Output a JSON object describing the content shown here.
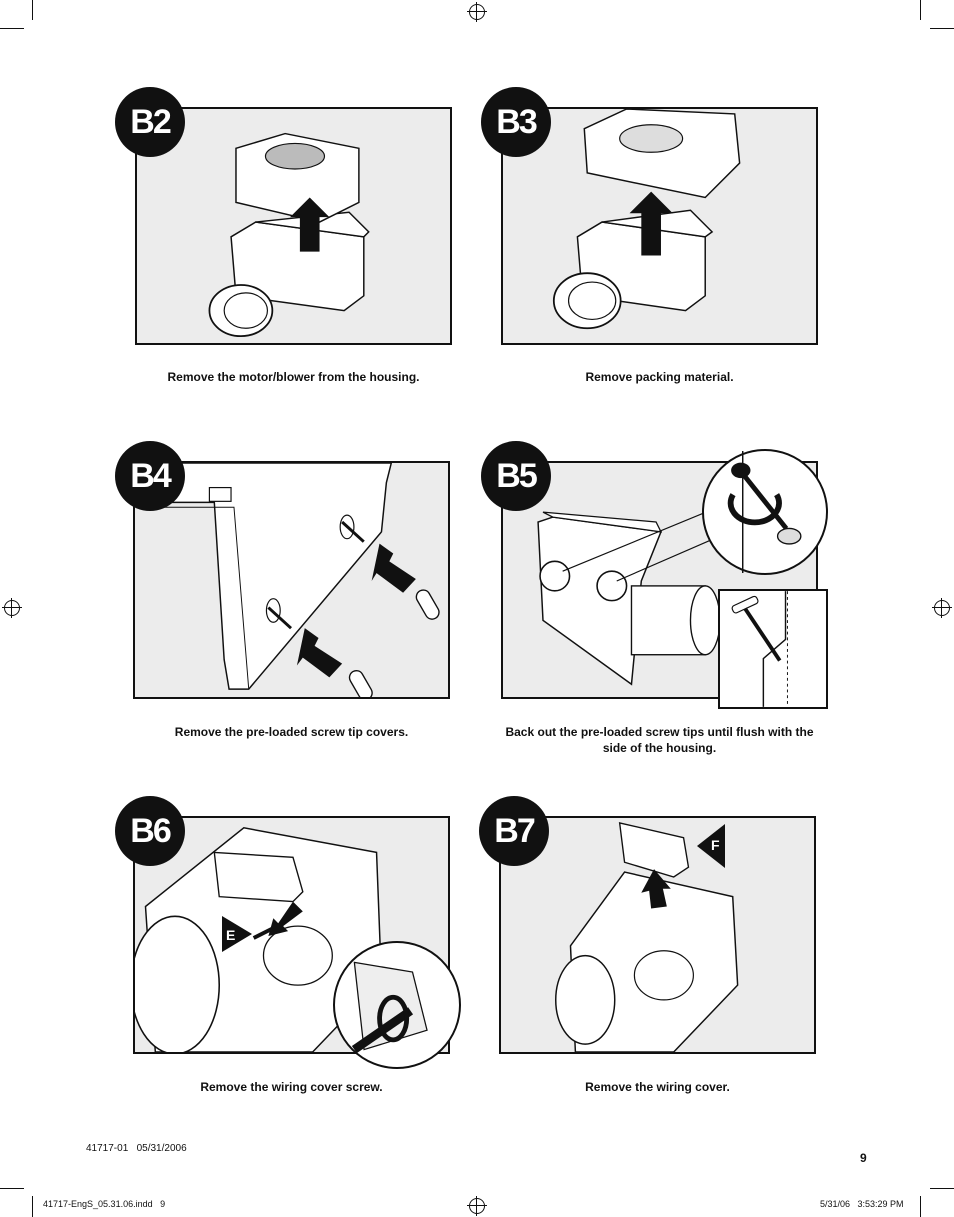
{
  "steps": [
    {
      "id": "B2",
      "label": "B2",
      "caption": "Remove the motor/blower from the housing."
    },
    {
      "id": "B3",
      "label": "B3",
      "caption": "Remove packing material."
    },
    {
      "id": "B4",
      "label": "B4",
      "caption": "Remove the pre-loaded screw tip covers."
    },
    {
      "id": "B5",
      "label": "B5",
      "caption": "Back out the pre-loaded screw tips until flush with the side of the housing."
    },
    {
      "id": "B6",
      "label": "B6",
      "caption": "Remove the wiring cover screw.",
      "callout": "E"
    },
    {
      "id": "B7",
      "label": "B7",
      "caption": "Remove the wiring cover.",
      "callout": "F"
    }
  ],
  "footer": {
    "doc_code": "41717-01   05/31/2006",
    "page_number": "9",
    "file_info": "41717-EngS_05.31.06.indd   9",
    "print_stamp": "5/31/06   3:53:29 PM"
  }
}
